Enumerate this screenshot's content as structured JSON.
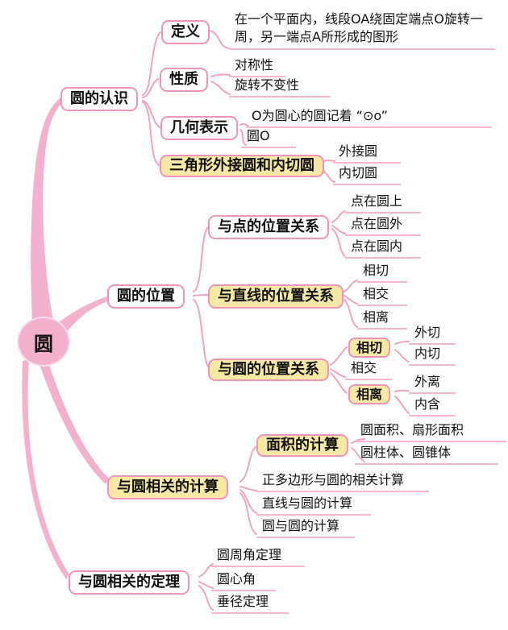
{
  "root": {
    "label": "圆"
  },
  "b1": {
    "label": "圆的认识",
    "definition": {
      "label": "定义",
      "text": "在一个平面内，线段OA绕固定端点O旋转一周，另一端点A所形成的图形"
    },
    "properties": {
      "label": "性质",
      "items": [
        "对称性",
        "旋转不变性"
      ]
    },
    "notation": {
      "label": "几何表示",
      "items": [
        "O为圆心的圆记着 “⊙o”",
        "圆O"
      ]
    },
    "triangle": {
      "label": "三角形外接圆和内切圆",
      "items": [
        "外接圆",
        "内切圆"
      ]
    }
  },
  "b2": {
    "label": "圆的位置",
    "point": {
      "label": "与点的位置关系",
      "items": [
        "点在圆上",
        "点在圆外",
        "点在圆内"
      ]
    },
    "line": {
      "label": "与直线的位置关系",
      "items": [
        "相切",
        "相交",
        "相离"
      ]
    },
    "circle": {
      "label": "与圆的位置关系",
      "tangent": {
        "label": "相切",
        "items": [
          "外切",
          "内切"
        ]
      },
      "intersect": {
        "label": "相交"
      },
      "separate": {
        "label": "相离",
        "items": [
          "外离",
          "内含"
        ]
      }
    }
  },
  "b3": {
    "label": "与圆相关的计算",
    "area": {
      "label": "面积的计算",
      "items": [
        "圆面积、扇形面积",
        "圆柱体、圆锥体"
      ]
    },
    "items": [
      "正多边形与圆的相关计算",
      "直线与圆的计算",
      "圆与圆的计算"
    ]
  },
  "b4": {
    "label": "与圆相关的定理",
    "items": [
      "圆周角定理",
      "圆心角",
      "垂径定理"
    ]
  },
  "colors": {
    "branch_pink": "#f3b1cd",
    "border_pink": "#ef93bb",
    "underline_pink": "#f6b6d1",
    "highlight_yellow": "#f7e9a4",
    "text": "#111111"
  }
}
